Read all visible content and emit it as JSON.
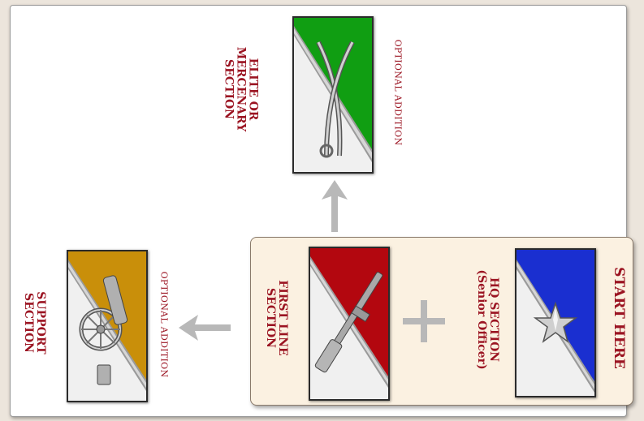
{
  "start_label": "START HERE",
  "hq": {
    "line1": "HQ SECTION",
    "line2": "(Senior Officer)",
    "color": "#1a2fd0"
  },
  "first_line": {
    "line1": "FIRST LINE",
    "line2": "SECTION",
    "color": "#b3070f"
  },
  "elite": {
    "line1": "ELITE OR",
    "line2": "MERCENARY",
    "line3": "SECTION",
    "color": "#109e12",
    "note": "OPTIONAL ADDITION"
  },
  "support": {
    "line1": "SUPPORT",
    "line2": "SECTION",
    "color": "#c98f0a",
    "note": "OPTIONAL ADDITION"
  },
  "icons": [
    "star-icon",
    "rifle-icon",
    "sabres-icon",
    "field-gun-icon",
    "plus-icon",
    "arrow-up-icon",
    "arrow-left-icon"
  ]
}
